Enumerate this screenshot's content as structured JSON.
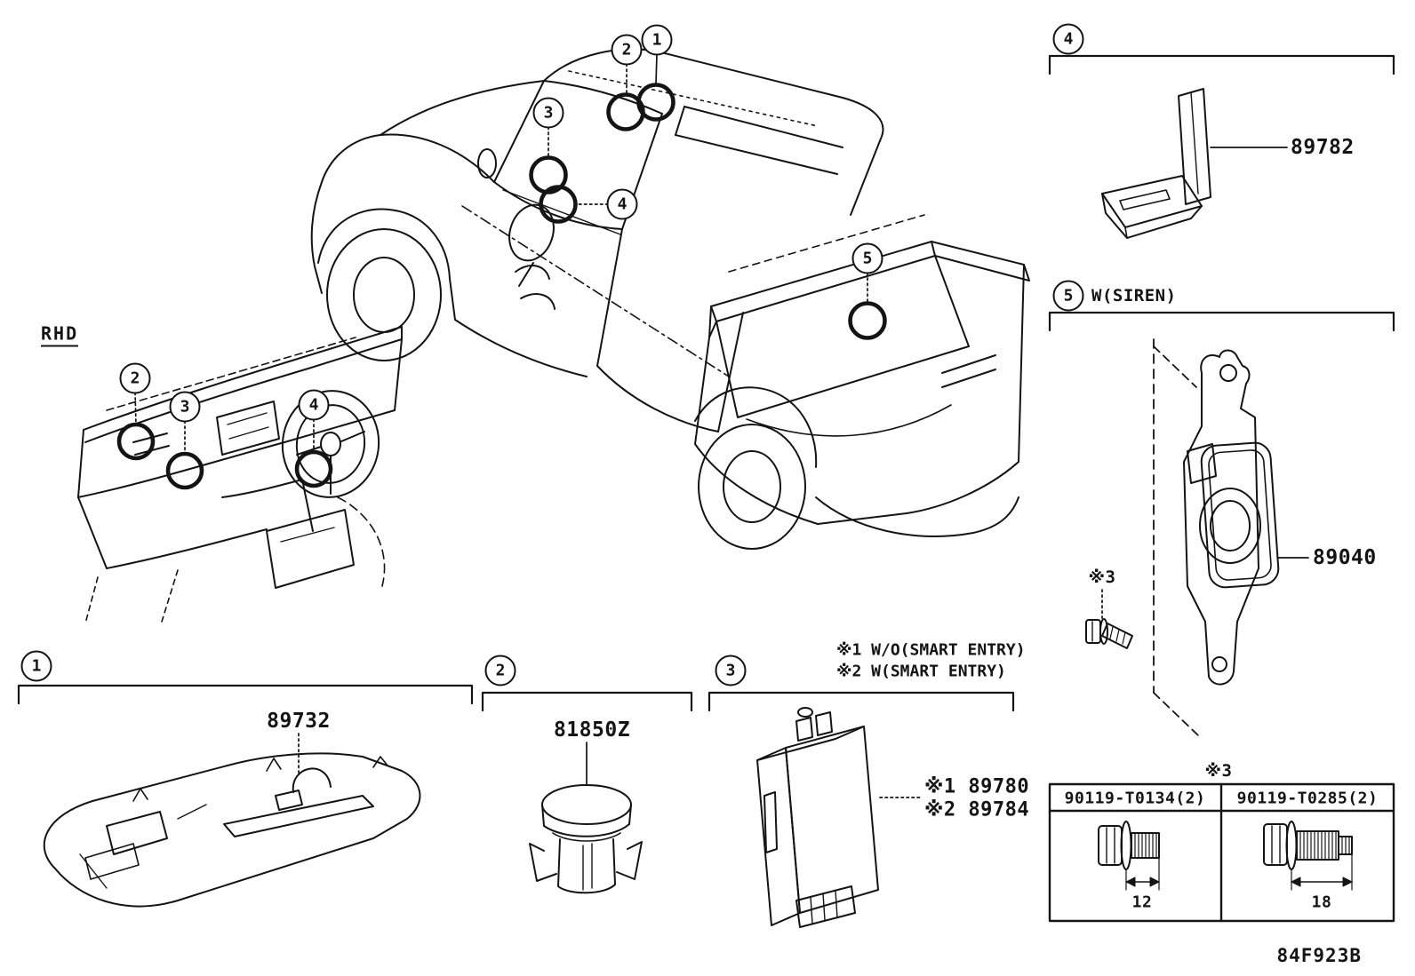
{
  "header": {
    "drive_label": "RHD"
  },
  "footer": {
    "diagram_code": "84F923B"
  },
  "callouts": {
    "truck": [
      "1",
      "2",
      "3",
      "4",
      "5"
    ],
    "dash": [
      "2",
      "3",
      "4"
    ]
  },
  "sections": {
    "one": {
      "num": "1",
      "part": "89732"
    },
    "two": {
      "num": "2",
      "part": "81850Z"
    },
    "three": {
      "num": "3",
      "note1": "※1 W/O(SMART ENTRY)",
      "note2": "※2 W(SMART ENTRY)",
      "part1": "※1 89780",
      "part2": "※2 89784"
    },
    "four": {
      "num": "4",
      "part": "89782"
    },
    "five": {
      "num": "5",
      "config_label": "W(SIREN)",
      "part": "89040",
      "bolt_ref": "※3"
    }
  },
  "fastener_table": {
    "ref": "※3",
    "col1": {
      "part": "90119-T0134(2)",
      "length": "12"
    },
    "col2": {
      "part": "90119-T0285(2)",
      "length": "18"
    }
  }
}
